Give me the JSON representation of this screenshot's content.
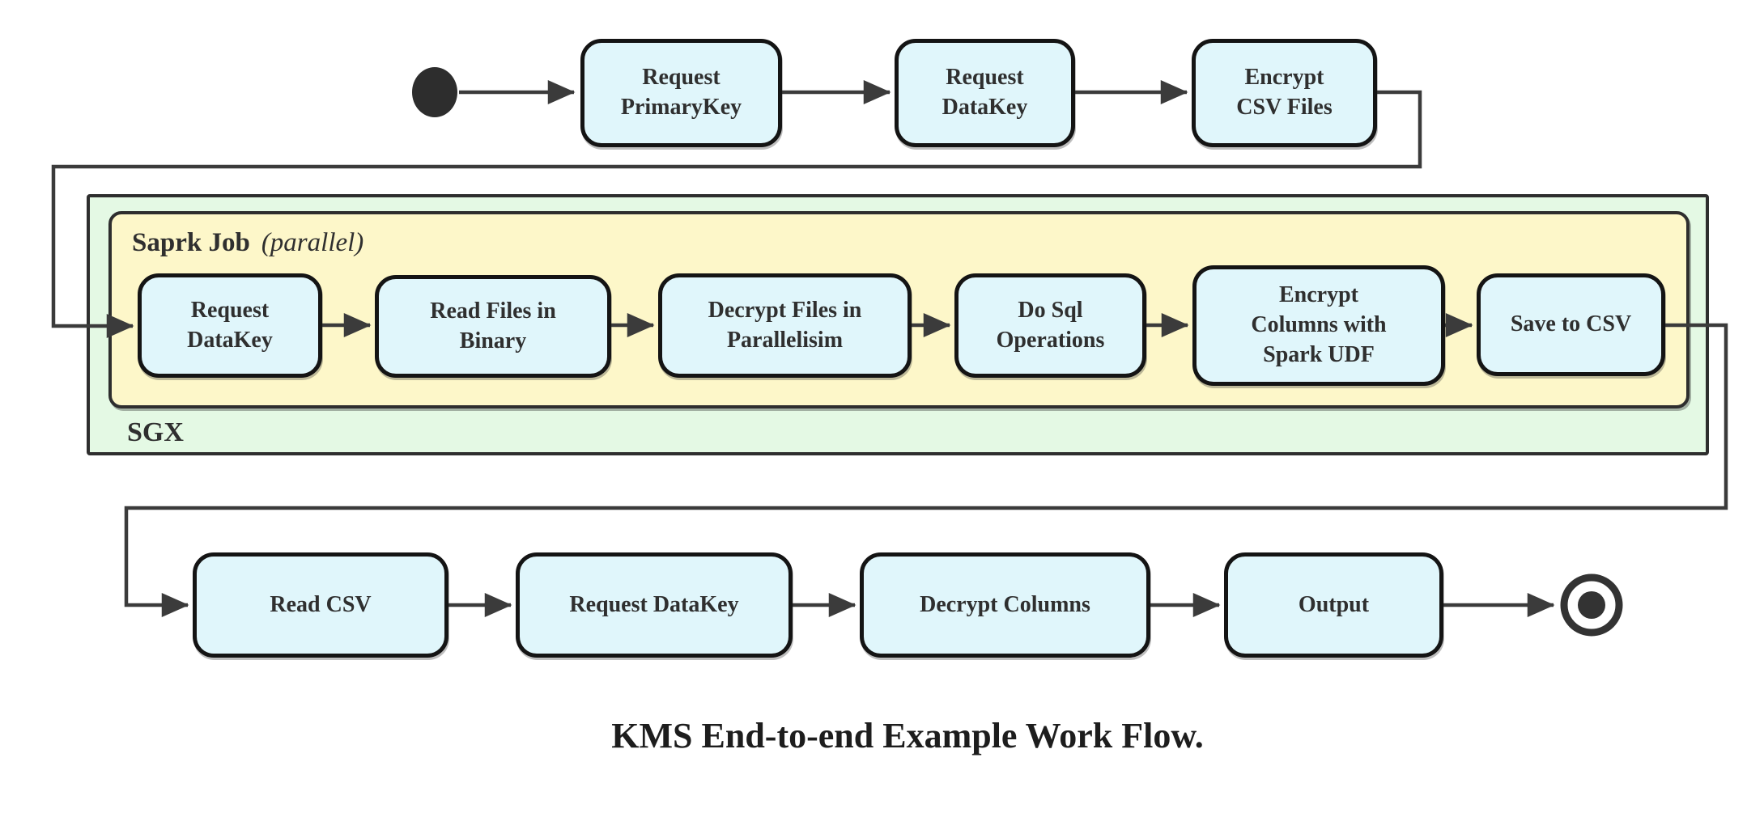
{
  "diagram": {
    "caption": "KMS End-to-end Example Work Flow.",
    "colors": {
      "node_fill": "#e0f6fb",
      "node_border": "#141414",
      "sgx_container_fill": "#e4f9e4",
      "spark_container_fill": "#fdf7c9",
      "container_border": "#2e2e2e",
      "edge": "#3b3b3b",
      "text": "#2f2f2f"
    },
    "top_flow": {
      "nodes": [
        {
          "label": "Request\nPrimaryKey"
        },
        {
          "label": "Request\nDataKey"
        },
        {
          "label": "Encrypt\nCSV Files"
        }
      ]
    },
    "sgx": {
      "label": "SGX",
      "spark_job": {
        "title": "Saprk Job",
        "title_annotation": "(parallel)",
        "nodes": [
          {
            "label": "Request\nDataKey"
          },
          {
            "label": "Read Files in\nBinary"
          },
          {
            "label": "Decrypt Files in\nParallelisim"
          },
          {
            "label": "Do Sql\nOperations"
          },
          {
            "label": "Encrypt\nColumns with\nSpark UDF"
          },
          {
            "label": "Save to CSV"
          }
        ]
      }
    },
    "bottom_flow": {
      "nodes": [
        {
          "label": "Read CSV"
        },
        {
          "label": "Request DataKey"
        },
        {
          "label": "Decrypt Columns"
        },
        {
          "label": "Output"
        }
      ]
    }
  }
}
